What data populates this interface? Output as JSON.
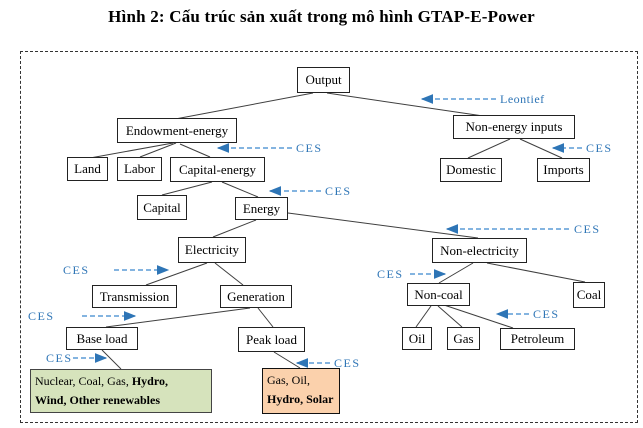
{
  "title": "Hình 2: Cấu trúc sản xuất trong mô hình GTAP-E-Power",
  "labels": {
    "ces": "CES",
    "leontief": "Leontief"
  },
  "colors": {
    "arrow_text_blue": "#2e75b6",
    "arrow_dash_blue": "#5b9bd5",
    "edge_gray": "#3f3f3f",
    "baseload_leaf_fill": "#d6e3bc",
    "peakload_leaf_fill": "#fbd1ac"
  },
  "nodes": {
    "output": "Output",
    "endowment_energy": "Endowment-energy",
    "non_energy_inputs": "Non-energy inputs",
    "land": "Land",
    "labor": "Labor",
    "capital_energy": "Capital-energy",
    "domestic": "Domestic",
    "imports": "Imports",
    "capital": "Capital",
    "energy": "Energy",
    "electricity": "Electricity",
    "non_electricity": "Non-electricity",
    "transmission": "Transmission",
    "generation": "Generation",
    "base_load": "Base load",
    "peak_load": "Peak load",
    "non_coal": "Non-coal",
    "coal": "Coal",
    "oil": "Oil",
    "gas": "Gas",
    "petroleum": "Petroleum"
  },
  "leaves": {
    "base_load_mix": {
      "line1_regular": "Nuclear, Coal, Gas, ",
      "line1_bold": "Hydro,",
      "line2_bold": "Wind, Other renewables"
    },
    "peak_load_mix": {
      "line1": "Gas, Oil,",
      "line2_bold": "Hydro, Solar"
    }
  }
}
